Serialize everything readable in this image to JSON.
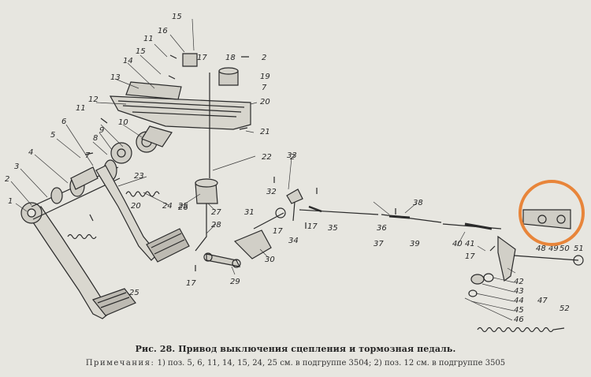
{
  "figure": {
    "callouts": [
      "1",
      "2",
      "3",
      "4",
      "5",
      "6",
      "7",
      "8",
      "9",
      "10",
      "11",
      "11",
      "12",
      "13",
      "14",
      "15",
      "15",
      "16",
      "17",
      "17",
      "17",
      "17",
      "17",
      "18",
      "19",
      "20",
      "20",
      "21",
      "22",
      "23",
      "24",
      "25",
      "25",
      "26",
      "27",
      "28",
      "29",
      "30",
      "31",
      "32",
      "33",
      "34",
      "35",
      "36",
      "37",
      "38",
      "39",
      "40",
      "41",
      "42",
      "43",
      "44",
      "45",
      "46",
      "47",
      "48",
      "49",
      "50",
      "51",
      "52",
      "2",
      "2",
      "7"
    ],
    "highlight_color": "#e8853a"
  },
  "caption": {
    "title": "Рис. 28. Привод выключения сцепления и тормозная педаль.",
    "note_lead": "Примечания:",
    "note_text": "1) поз. 5, 6, 11, 14, 15, 24, 25 см. в подгруппе 3504; 2) поз. 12 см. в подгруппе 3505"
  }
}
